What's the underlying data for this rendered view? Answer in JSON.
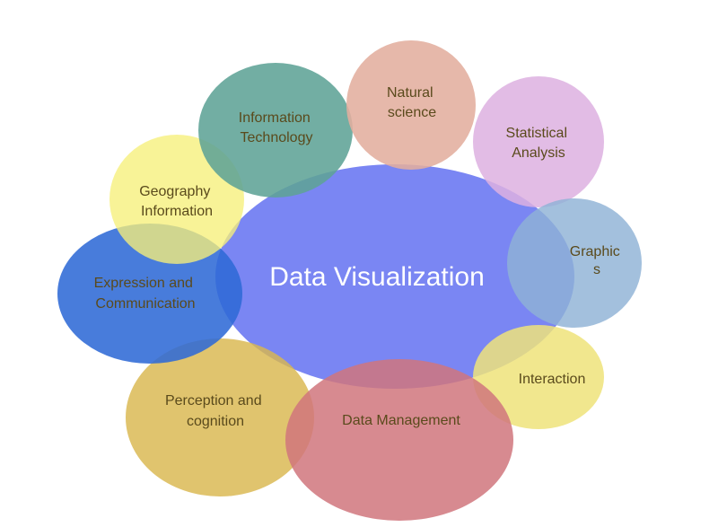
{
  "center": {
    "label": "Data Visualization",
    "color": "#6f7cf2"
  },
  "nodes": [
    {
      "id": "perception",
      "lines": [
        "Perception and",
        "cognition"
      ],
      "color": "#d9b74e"
    },
    {
      "id": "expression",
      "lines": [
        "Expression and",
        "Communication"
      ],
      "color": "#2f6ad6"
    },
    {
      "id": "geography",
      "lines": [
        "Geography",
        "Information"
      ],
      "color": "#f6f07a"
    },
    {
      "id": "information-technology",
      "lines": [
        "Information",
        "Technology"
      ],
      "color": "#5fa396"
    },
    {
      "id": "natural-science",
      "lines": [
        "Natural",
        "science"
      ],
      "color": "#e2ae9e"
    },
    {
      "id": "statistical-analysis",
      "lines": [
        "Statistical",
        "Analysis"
      ],
      "color": "#ddb0e0"
    },
    {
      "id": "graphics",
      "lines": [
        "Graphic",
        "s"
      ],
      "color": "#8fb2d6"
    },
    {
      "id": "interaction",
      "lines": [
        "Interaction"
      ],
      "color": "#eee37a"
    },
    {
      "id": "data-management",
      "lines": [
        "Data Management"
      ],
      "color": "#d0757d"
    }
  ]
}
